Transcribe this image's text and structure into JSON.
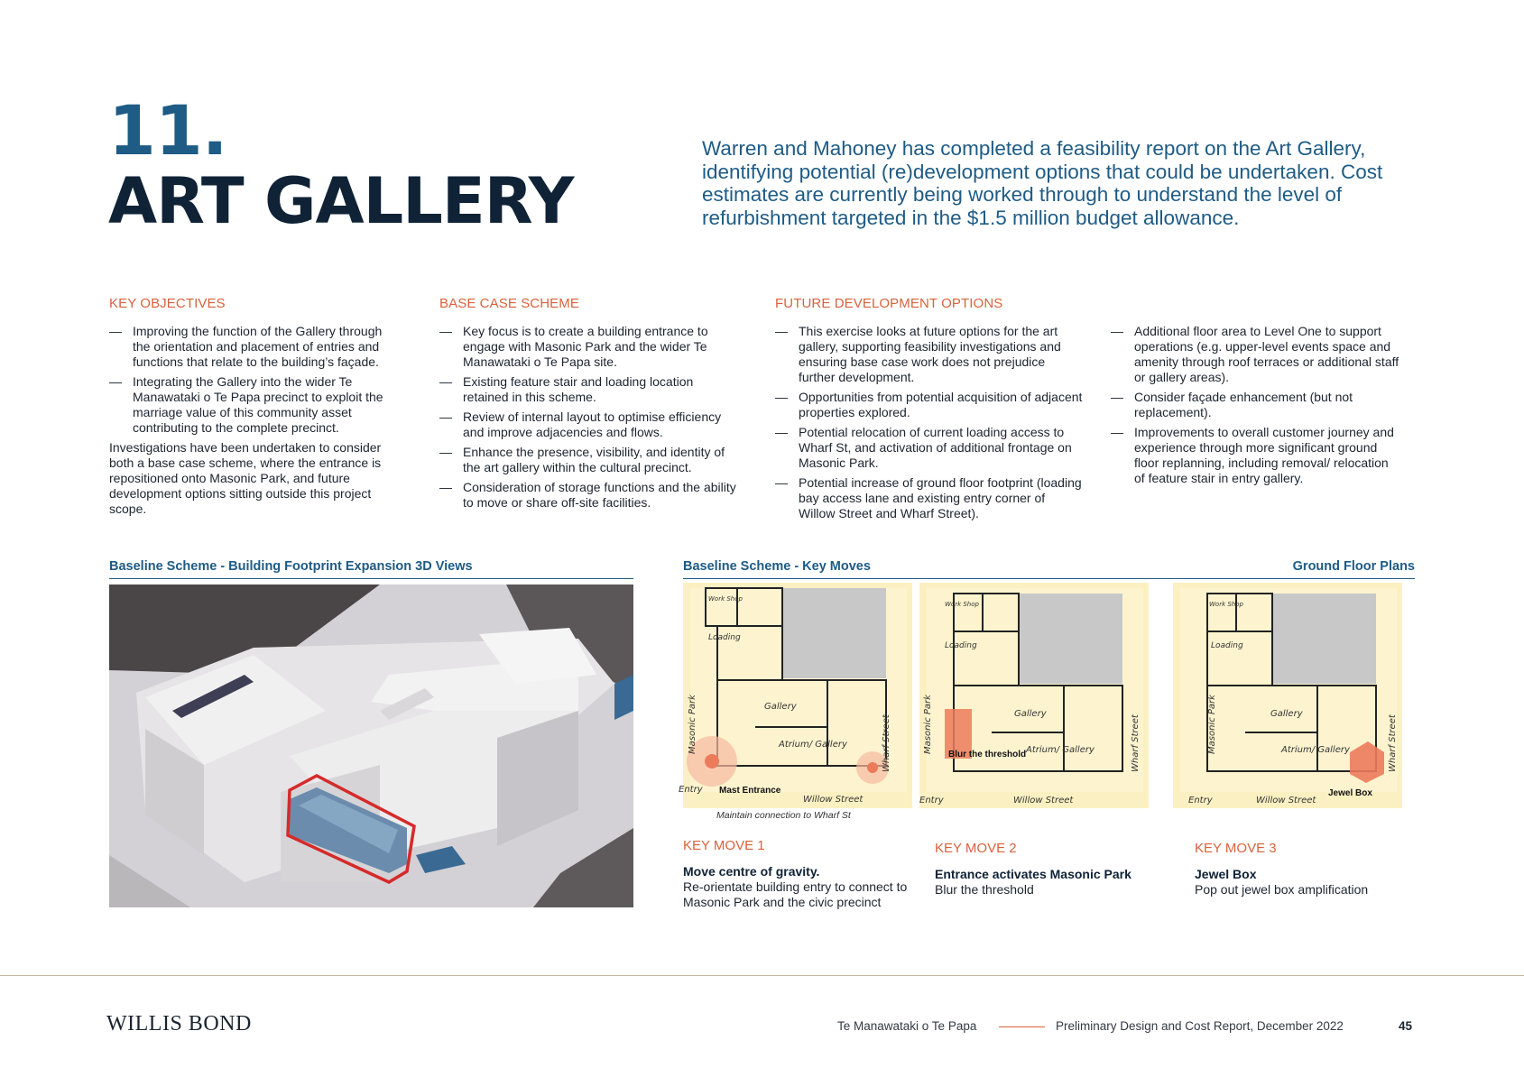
{
  "heading": {
    "number": "11.",
    "title": "ART GALLERY",
    "intro": "Warren and Mahoney has completed a feasibility report on the Art Gallery, identifying potential (re)development options that could be undertaken. Cost estimates are currently being worked through to understand the level of refurbishment targeted in the $1.5 million budget allowance."
  },
  "key_objectives": {
    "heading": "KEY OBJECTIVES",
    "items": [
      "Improving the function of the Gallery through the orientation and placement of entries and functions that relate to the building’s façade.",
      "Integrating the Gallery into the wider Te Manawataki o Te Papa precinct to exploit the marriage value of this community asset contributing to the complete precinct."
    ],
    "paragraph": "Investigations have been undertaken to consider both a base case scheme, where the entrance is repositioned onto Masonic Park, and future development options sitting outside this project scope."
  },
  "base_case": {
    "heading": "BASE CASE SCHEME",
    "items": [
      "Key focus is to create a building entrance to engage with Masonic Park and the wider Te Manawataki o Te Papa site.",
      "Existing feature stair and loading location retained in this scheme.",
      "Review of internal layout to optimise efficiency and improve adjacencies and flows.",
      "Enhance the presence, visibility, and identity of the art gallery within the cultural precinct.",
      "Consideration of storage functions and the ability to move or share off-site facilities."
    ]
  },
  "future_options": {
    "heading": "FUTURE DEVELOPMENT OPTIONS",
    "items_a": [
      "This exercise looks at future options for the art gallery, supporting feasibility investigations and ensuring base case work does not prejudice further development.",
      "Opportunities from potential acquisition of adjacent properties explored.",
      "Potential relocation of current loading access to Wharf St, and activation of additional frontage on Masonic Park.",
      "Potential increase of ground floor footprint (loading bay access lane and existing entry corner of Willow Street and Wharf Street)."
    ],
    "items_b": [
      "Additional floor area to Level One to support operations (e.g. upper-level events space and amenity through roof terraces or additional staff or gallery areas).",
      "Consider façade enhancement (but not replacement).",
      "Improvements to overall customer journey and experience through more significant ground floor replanning, including removal/ relocation of feature stair in entry gallery."
    ]
  },
  "section_heads": {
    "left": "Baseline Scheme - Building Footprint Expansion 3D Views",
    "middle": "Baseline Scheme - Key Moves",
    "right": "Ground Floor Plans"
  },
  "plan_labels": {
    "work_shop": "Work Shop",
    "loading": "Loading",
    "gallery_small": "Gallery",
    "gallery": "Gallery",
    "atrium": "Atrium/ Gallery",
    "wharf_street": "Wharf Street",
    "masonic_park": "Masonic Park",
    "willow_street": "Willow Street",
    "entry": "Entry",
    "mast_entrance": "Mast Entrance",
    "maintain": "Maintain connection to Wharf St",
    "blur": "Blur the threshold",
    "jewel": "Jewel Box"
  },
  "key_moves": [
    {
      "heading": "KEY MOVE 1",
      "title": "Move centre of gravity.",
      "text": "Re-orientate building entry to connect to Masonic Park and the civic precinct"
    },
    {
      "heading": "KEY MOVE 2",
      "title": "Entrance activates Masonic Park",
      "text": "Blur the threshold"
    },
    {
      "heading": "KEY MOVE 3",
      "title": "Jewel Box",
      "text": "Pop out jewel box amplification"
    }
  ],
  "footer": {
    "logo": "WILLIS BOND",
    "left": "Te Manawataki o Te Papa",
    "right": "Preliminary Design and Cost Report,  December 2022",
    "page": "45"
  },
  "colors": {
    "accent": "#d9623b",
    "blue": "#1e5b85",
    "navy": "#0f2236"
  }
}
